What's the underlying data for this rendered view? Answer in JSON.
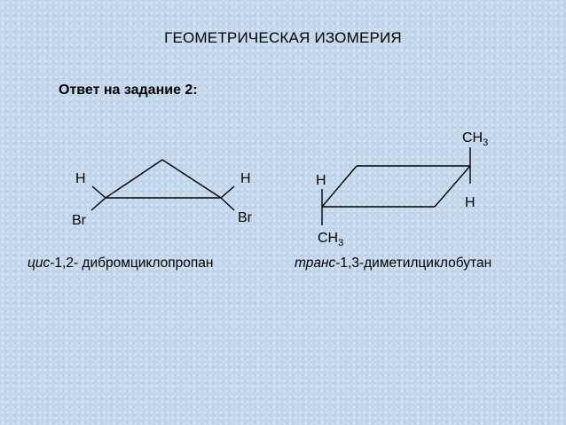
{
  "slide": {
    "title": "ГЕОМЕТРИЧЕСКАЯ ИЗОМЕРИЯ",
    "subtitle": "Ответ на задание 2:"
  },
  "cis_molecule": {
    "labels": {
      "h_left": "H",
      "h_right": "H",
      "br_left": "Br",
      "br_right": "Br"
    },
    "caption_prefix": "цис",
    "caption_rest": "-1,2- дибромциклопропан"
  },
  "trans_molecule": {
    "labels": {
      "ch3_top": "CH",
      "ch3_top_sub": "3",
      "h_left": "H",
      "h_right": "H",
      "ch3_bottom": "CH",
      "ch3_bottom_sub": "3"
    },
    "caption_prefix": "транс",
    "caption_rest": "-1,3-диметилциклобутан"
  }
}
